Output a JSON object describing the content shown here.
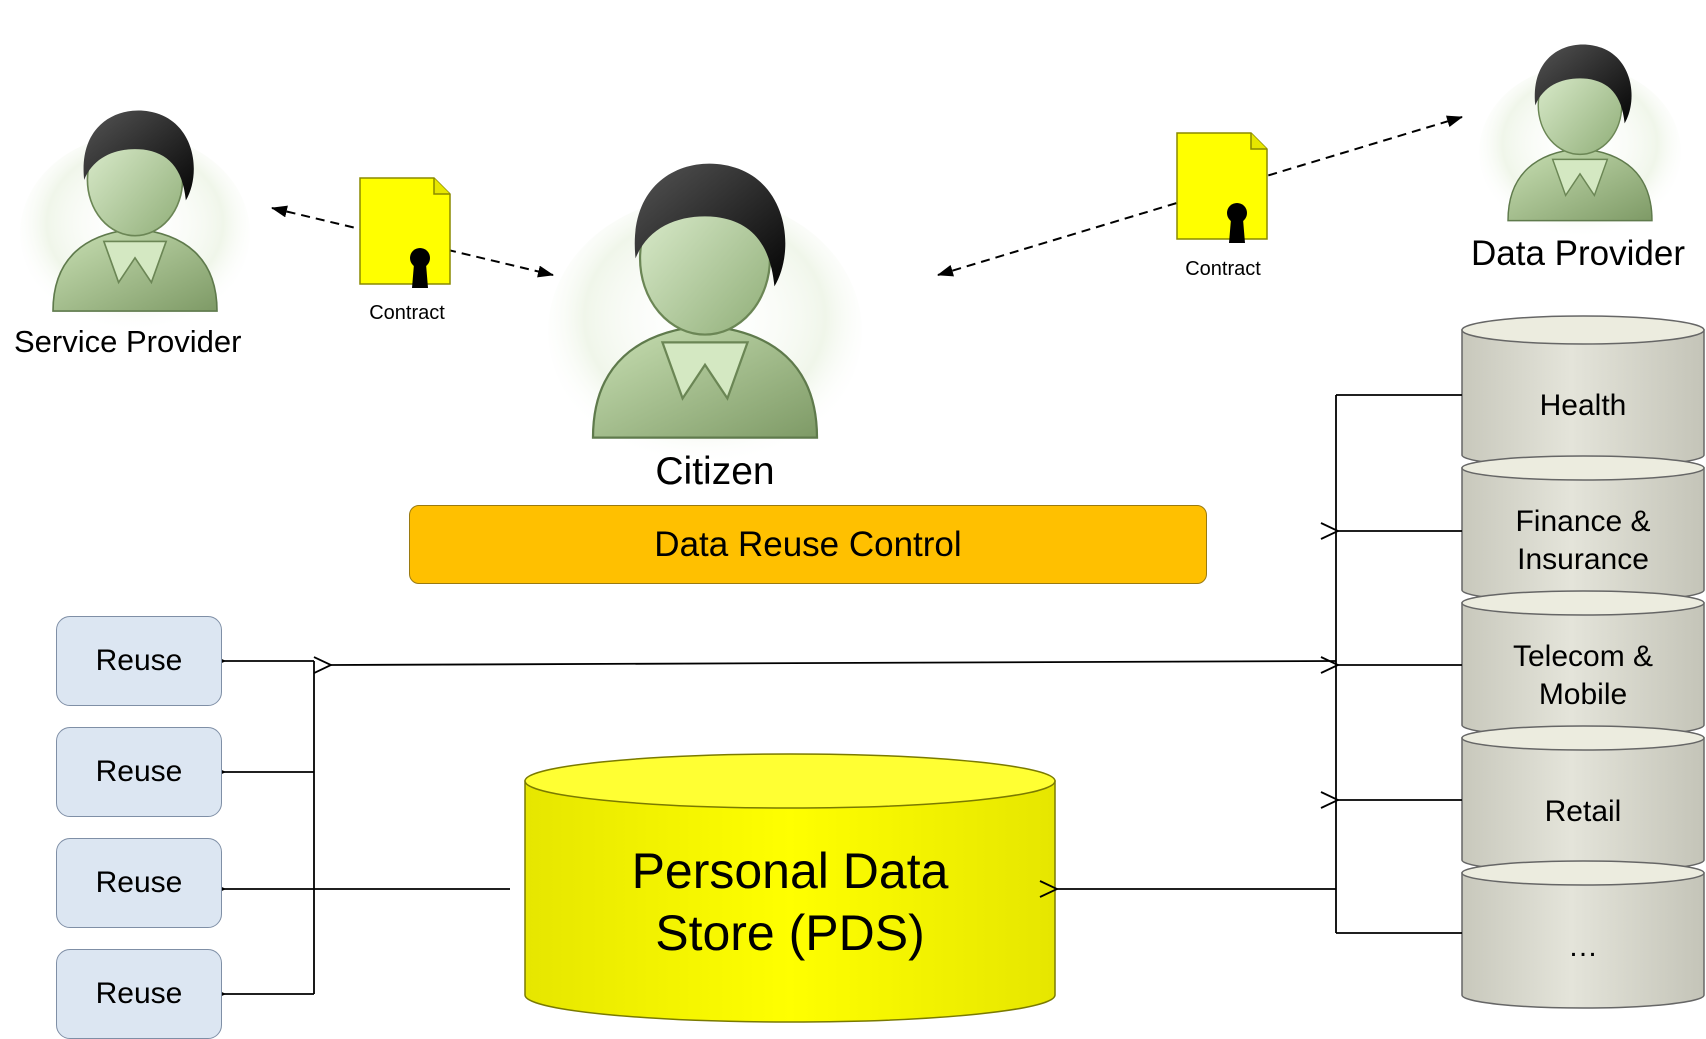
{
  "actors": {
    "service_provider": {
      "label": "Service Provider"
    },
    "citizen": {
      "label": "Citizen"
    },
    "data_provider": {
      "label": "Data Provider"
    }
  },
  "contracts": {
    "left": {
      "label": "Contract"
    },
    "right": {
      "label": "Contract"
    }
  },
  "control_bar": {
    "label": "Data Reuse Control"
  },
  "pds": {
    "line1": "Personal Data",
    "line2": "Store (PDS)"
  },
  "data_sources": {
    "segments": [
      {
        "line1": "Health",
        "line2": ""
      },
      {
        "line1": "Finance &",
        "line2": "Insurance"
      },
      {
        "line1": "Telecom &",
        "line2": "Mobile"
      },
      {
        "line1": "Retail",
        "line2": ""
      },
      {
        "line1": "…",
        "line2": ""
      }
    ]
  },
  "reuse_boxes": [
    {
      "label": "Reuse"
    },
    {
      "label": "Reuse"
    },
    {
      "label": "Reuse"
    },
    {
      "label": "Reuse"
    }
  ],
  "colors": {
    "person_body": "#a9c78f",
    "person_hair": "#1a1a1a",
    "contract_fill": "#ffff00",
    "control_bar": "#ffc000",
    "pds_fill": "#ffff00",
    "segment_fill": "#d9d9cd",
    "reuse_fill": "#dce6f2"
  }
}
